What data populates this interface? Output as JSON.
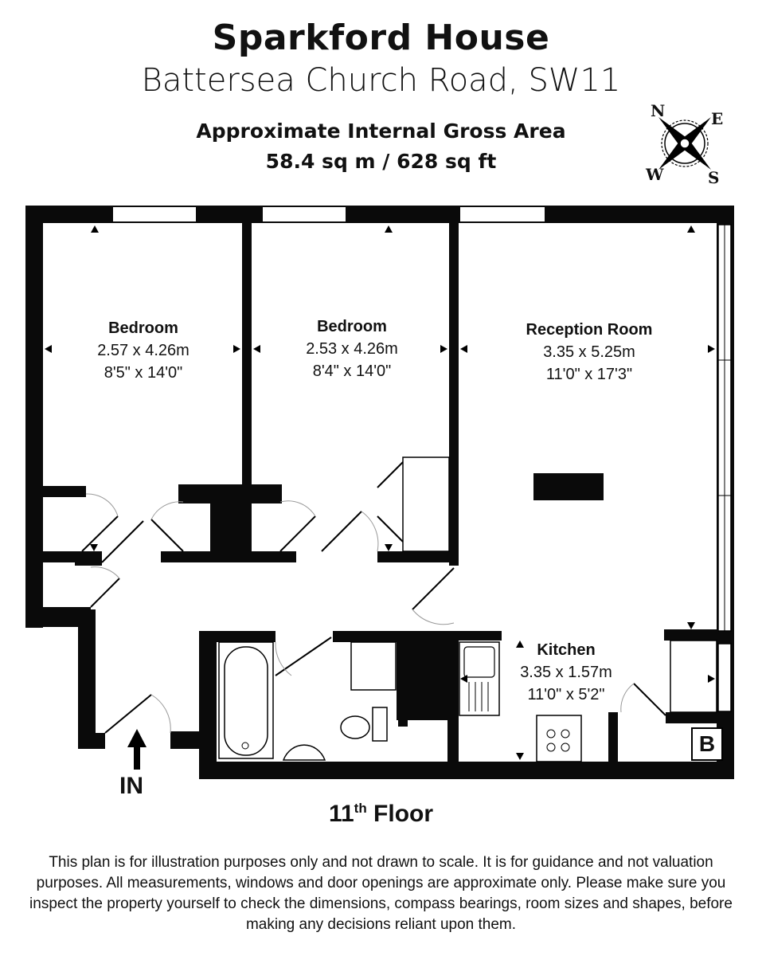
{
  "header": {
    "title": "Sparkford House",
    "address": "Battersea Church Road, SW11",
    "area_label": "Approximate Internal Gross Area",
    "area_value": "58.4 sq m / 628 sq ft"
  },
  "compass": {
    "icon": "compass-rose-icon",
    "north": "N",
    "east": "E",
    "south": "S",
    "west": "W"
  },
  "rooms": [
    {
      "name": "Bedroom",
      "metric": "2.57 x 4.26m",
      "imperial": "8'5\" x 14'0\""
    },
    {
      "name": "Bedroom",
      "metric": "2.53 x 4.26m",
      "imperial": "8'4\" x 14'0\""
    },
    {
      "name": "Reception Room",
      "metric": "3.35 x 5.25m",
      "imperial": "11'0\" x 17'3\""
    },
    {
      "name": "Kitchen",
      "metric": "3.35 x 1.57m",
      "imperial": "11'0\" x 5'2\""
    }
  ],
  "markers": {
    "entrance": "IN",
    "boiler": "B"
  },
  "floor": {
    "number": "11",
    "suffix": "th",
    "label": "Floor"
  },
  "disclaimer": "This plan is for illustration purposes only and not drawn to scale. It is for guidance and not valuation purposes. All measurements, windows and door openings are approximate only. Please make sure you inspect the property yourself to check the dimensions, compass bearings, room sizes and shapes, before making any decisions reliant upon them.",
  "colors": {
    "wall": "#0a0a0a",
    "background": "#ffffff",
    "door_arc": "#999999"
  }
}
